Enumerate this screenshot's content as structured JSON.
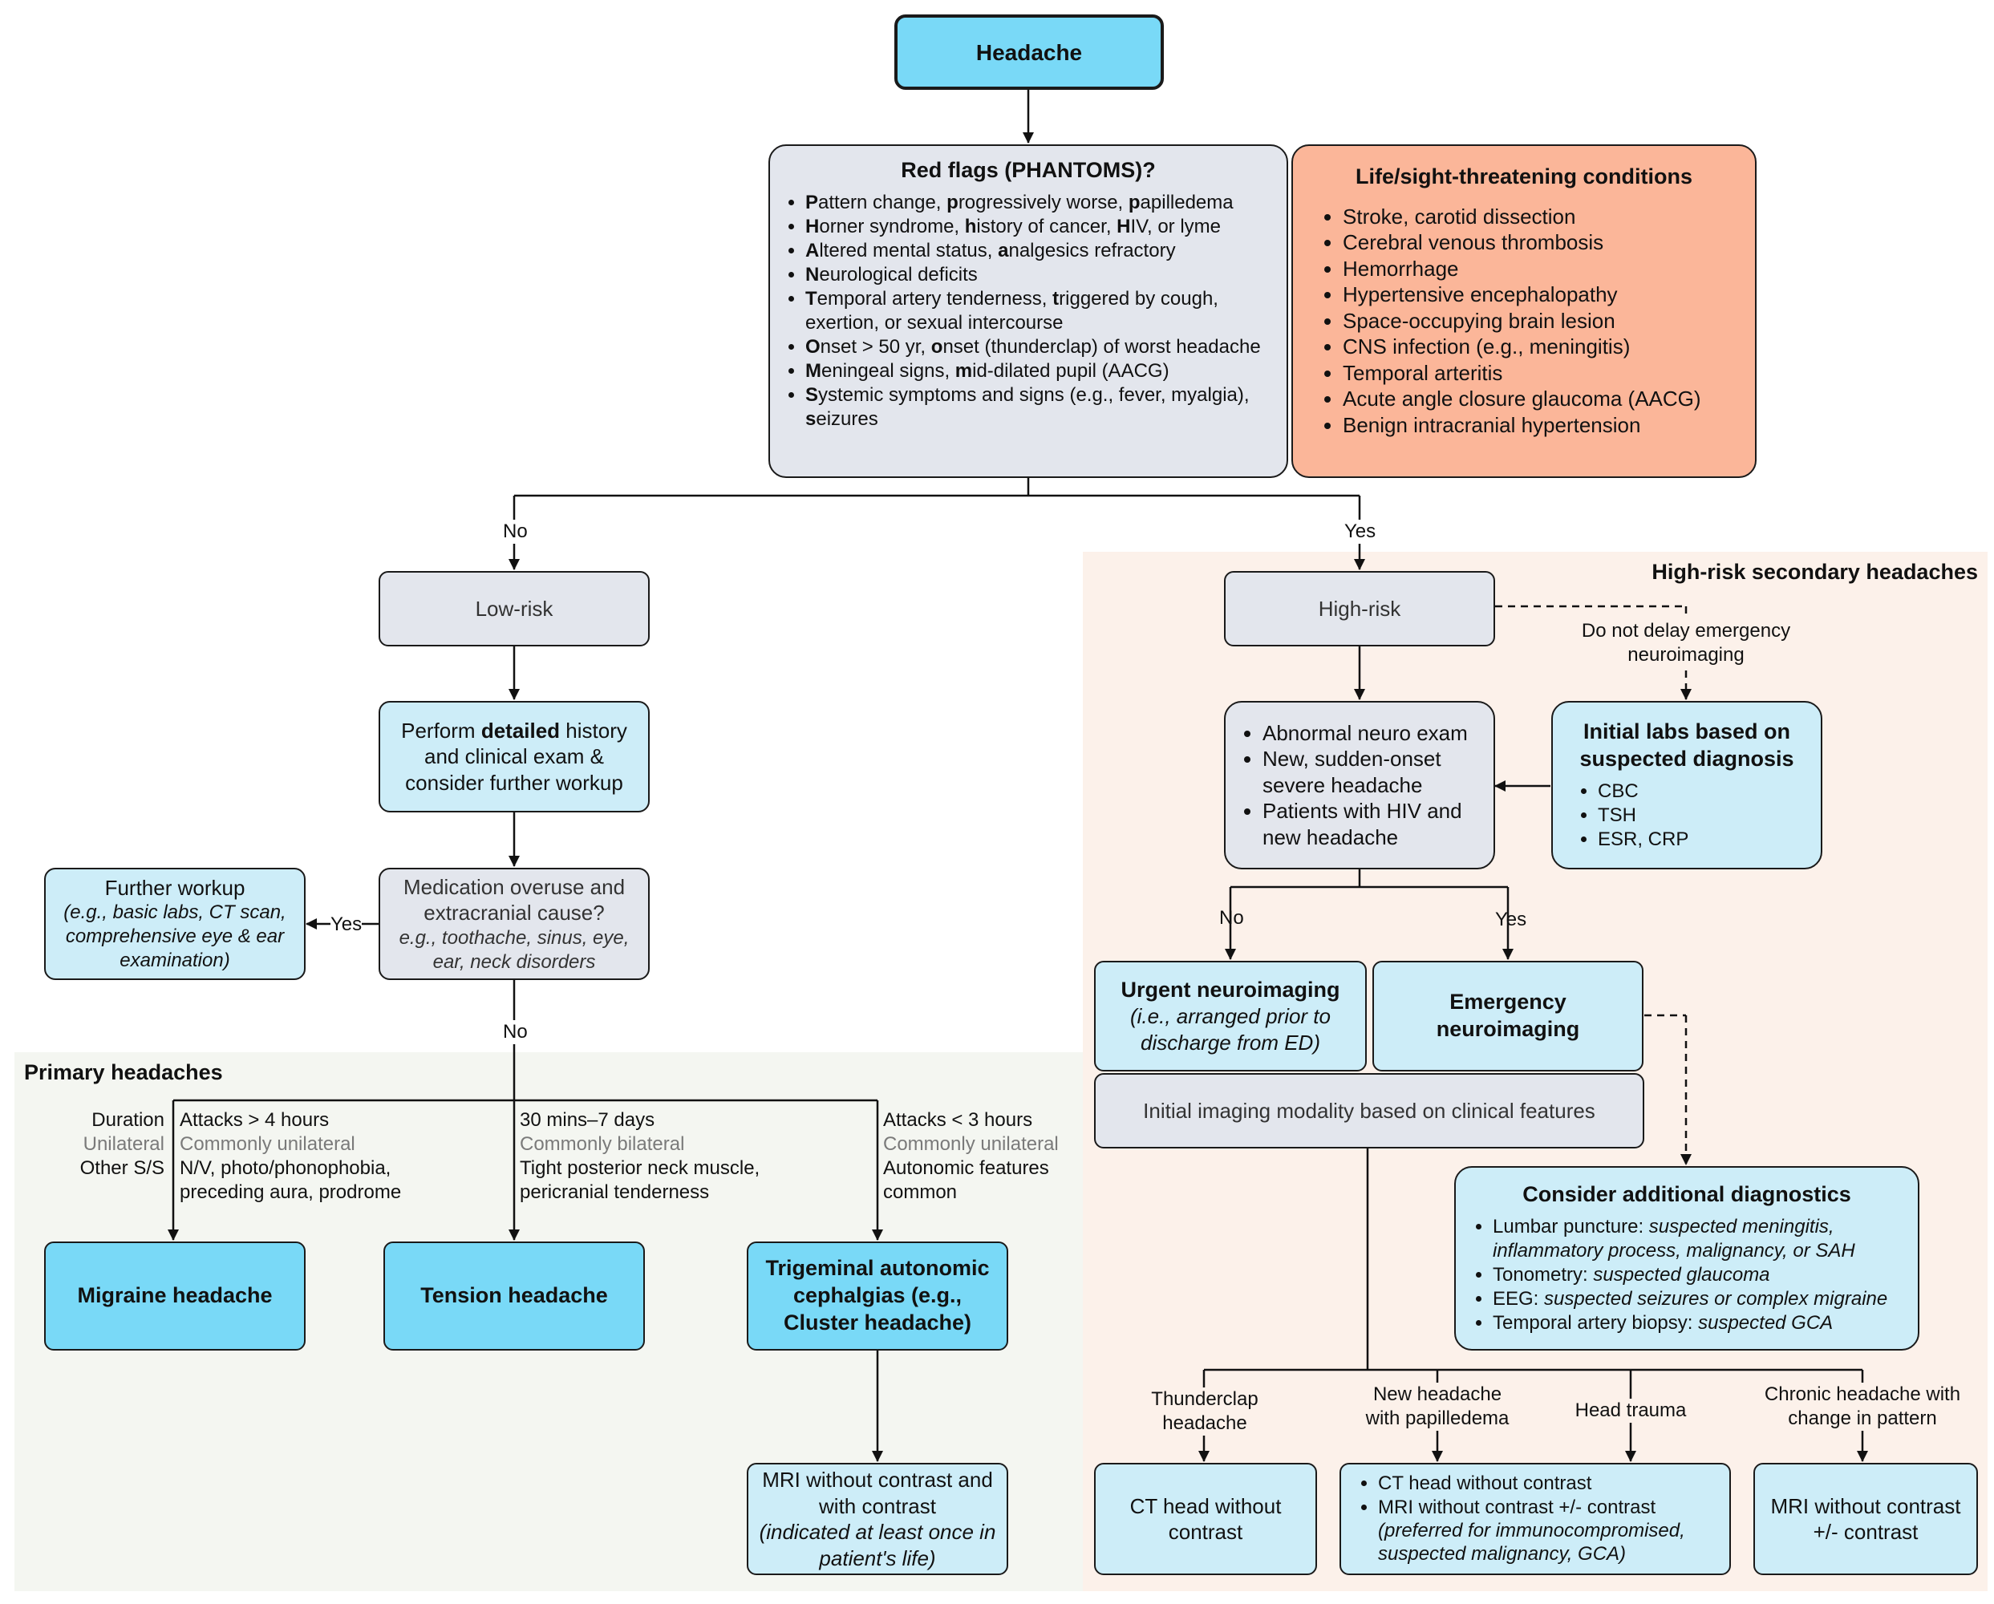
{
  "regions": {
    "primary_label": "Primary headaches",
    "secondary_label": "High-risk secondary headaches"
  },
  "headache": "Headache",
  "redflags": {
    "title": "Red flags (PHANTOMS)?",
    "items": [
      {
        "rich": "<b>P</b>attern change, <b>p</b>rogressively worse, <b>p</b>apilledema"
      },
      {
        "rich": "<b>H</b>orner syndrome, <b>h</b>istory of cancer, <b>H</b>IV, or lyme"
      },
      {
        "rich": "<b>A</b>ltered mental status, <b>a</b>nalgesics refractory"
      },
      {
        "rich": "<b>N</b>eurological deficits"
      },
      {
        "rich": "<b>T</b>emporal artery tenderness, <b>t</b>riggered by cough, exertion, or sexual intercourse"
      },
      {
        "rich": "<b>O</b>nset &gt; 50 yr, <b>o</b>nset (thunderclap) of worst headache"
      },
      {
        "rich": "<b>M</b>eningeal signs, <b>m</b>id-dilated pupil (AACG)"
      },
      {
        "rich": "<b>S</b>ystemic symptoms and signs (e.g., fever, myalgia), <b>s</b>eizures"
      }
    ]
  },
  "life": {
    "title": "Life/sight-threatening conditions",
    "items": [
      "Stroke, carotid dissection",
      "Cerebral venous thrombosis",
      "Hemorrhage",
      "Hypertensive encephalopathy",
      "Space-occupying brain lesion",
      "CNS infection (e.g., meningitis)",
      "Temporal arteritis",
      "Acute angle closure glaucoma (AACG)",
      "Benign intracranial hypertension"
    ]
  },
  "labels": {
    "no1": "No",
    "yes1": "Yes",
    "yes_workup": "Yes",
    "no_med": "No",
    "no_neuro": "No",
    "yes_neuro": "Yes",
    "delay": "Do not delay emergency neuroimaging"
  },
  "lowrisk": "Low-risk",
  "highrisk": "High-risk",
  "detailed": {
    "rich": "Perform <b>detailed</b> history and clinical exam &amp; consider further workup"
  },
  "medover": {
    "line1": "Medication overuse and extracranial cause?",
    "line2": "e.g., toothache, sinus, eye, ear, neck disorders"
  },
  "workup": {
    "title": "Further workup",
    "detail": "(e.g., basic labs, CT scan, comprehensive eye & ear examination)"
  },
  "neuroexam": {
    "items": [
      "Abnormal neuro exam",
      "New, sudden-onset severe headache",
      "Patients with HIV and new headache"
    ]
  },
  "labs": {
    "title": "Initial labs based on suspected diagnosis",
    "items": [
      "CBC",
      "TSH",
      "ESR, CRP"
    ]
  },
  "urgent": {
    "title": "Urgent neuroimaging",
    "detail": "(i.e., arranged prior to discharge from ED)"
  },
  "emergency": {
    "title": "Emergency neuroimaging"
  },
  "modality": "Initial imaging modality based on clinical features",
  "additional": {
    "title": "Consider additional diagnostics",
    "items": [
      {
        "rich": "Lumbar puncture: <i>suspected meningitis, inflammatory process, malignancy, or SAH</i>"
      },
      {
        "rich": "Tonometry: <i>suspected glaucoma</i>"
      },
      {
        "rich": "EEG: <i>suspected seizures or complex migraine</i>"
      },
      {
        "rich": "Temporal artery biopsy: <i>suspected GCA</i>"
      }
    ]
  },
  "primary": {
    "row_labels": [
      "Duration",
      "Unilateral",
      "Other S/S"
    ],
    "migraine_feats": [
      "Attacks > 4 hours",
      "Commonly unilateral",
      "N/V, photo/phonophobia, preceding aura, prodrome"
    ],
    "tension_feats": [
      "30 mins–7 days",
      "Commonly bilateral",
      "Tight posterior neck muscle, pericranial tenderness"
    ],
    "tac_feats": [
      "Attacks < 3 hours",
      "Commonly unilateral",
      "Autonomic features common"
    ],
    "migraine": "Migraine headache",
    "tension": "Tension headache",
    "tac": "Trigeminal autonomic cephalgias (e.g., Cluster headache)",
    "mri_tac": {
      "line1": "MRI without contrast and with contrast",
      "line2": "(indicated at least once in patient's life)"
    }
  },
  "imaging": {
    "thunder_label": "Thunderclap headache",
    "papill_label": "New headache with papilledema",
    "trauma_label": "Head trauma",
    "chronic_label": "Chronic headache with change in pattern",
    "ct": "CT head without contrast",
    "combo": {
      "item1": "CT head without contrast",
      "item2": "MRI without contrast +/- contrast",
      "detail": "(preferred for immunocompromised, suspected malignancy, GCA)"
    },
    "mri": "MRI without contrast +/- contrast"
  },
  "colors": {
    "gray": "#e3e6ed",
    "lightblue": "#cdedf8",
    "darkblue": "#79d9f7",
    "orange": "#fbb699",
    "primary_bg": "#f4f6f1",
    "secondary_bg": "#fcf1ea"
  }
}
